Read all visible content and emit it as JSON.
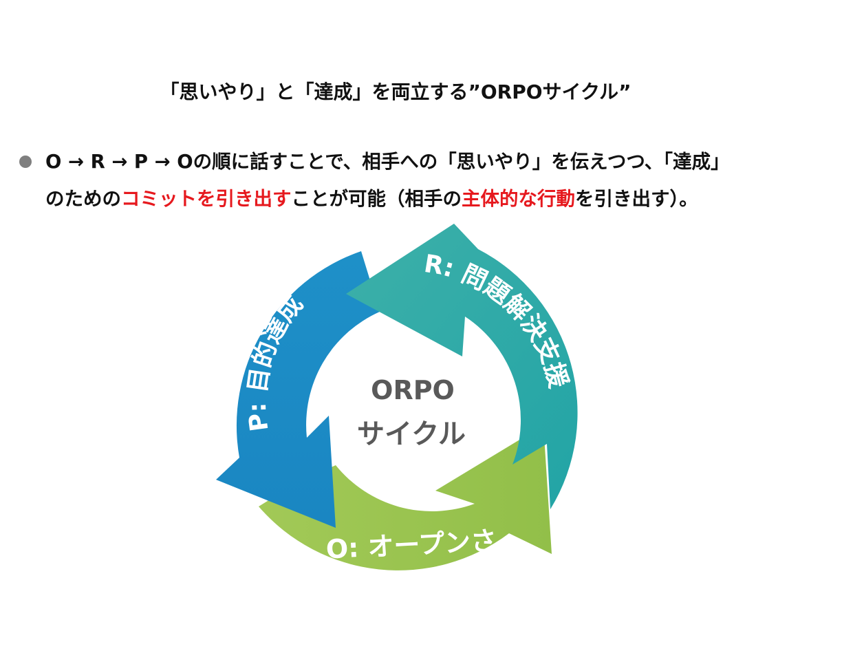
{
  "title": "「思いやり」と「達成」を両立する”ORPOサイクル”",
  "bullet": {
    "line1": "O → R → P → Oの順に話すことで、相手への「思いやり」を伝えつつ、「達成」",
    "line2_a": "のための",
    "line2_b": "コミットを引き出す",
    "line2_c": "ことが可能（相手の",
    "line2_d": "主体的な行動",
    "line2_e": "を引き出す）。"
  },
  "cycle": {
    "center_line1": "ORPO",
    "center_line2": "サイクル",
    "segments": {
      "r": "R: 問題解決支援",
      "p": "P: 目的達成",
      "o": "O: オープンさ"
    }
  },
  "colors": {
    "teal": "#2faaa6",
    "blue": "#1c8cc6",
    "green": "#9bc450",
    "red_text": "#e6191e",
    "center_text": "#595959"
  }
}
